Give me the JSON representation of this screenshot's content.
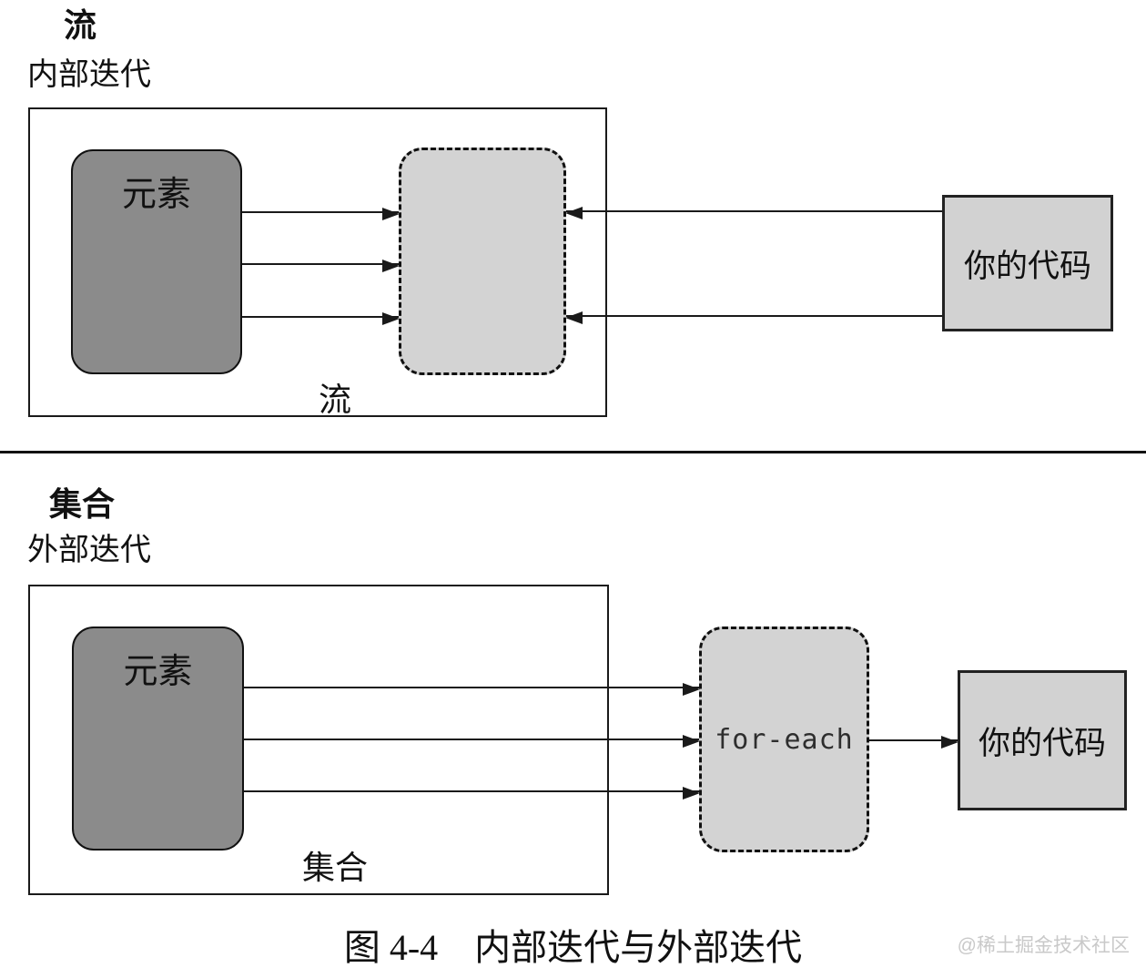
{
  "figure": {
    "caption": "图 4-4　内部迭代与外部迭代",
    "watermark": "@稀土掘金技术社区"
  },
  "stream_panel": {
    "category_label": "流",
    "method_label": "内部迭代",
    "elements_box_label": "元素",
    "stream_inner_label": "流",
    "code_box_label": "你的代码",
    "arrows": {
      "elements_to_stream_count": 3,
      "code_to_stream_count": 2
    }
  },
  "collection_panel": {
    "category_label": "集合",
    "method_label": "外部迭代",
    "elements_box_label": "元素",
    "collection_inner_label": "集合",
    "foreach_box_label": "for-each",
    "code_box_label": "你的代码",
    "arrows": {
      "elements_to_foreach_count": 3,
      "foreach_to_code_count": 1
    }
  },
  "colors": {
    "element_box_fill": "#8b8b8b",
    "dashed_box_fill": "#d3d3d3",
    "code_box_fill": "#d2d2d2",
    "line": "#1a1a1a",
    "watermark_text": "#c9c9c9",
    "background": "#ffffff"
  }
}
